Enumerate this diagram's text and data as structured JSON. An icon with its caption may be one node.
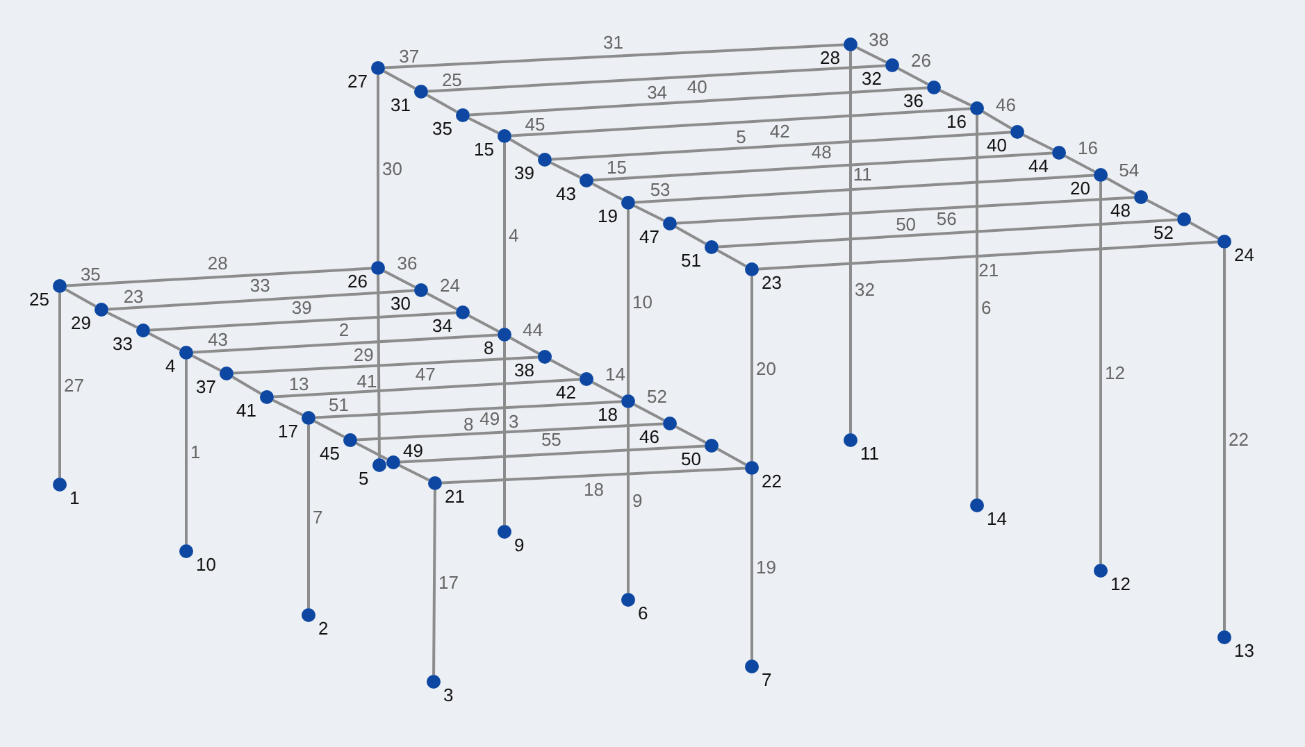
{
  "diagram": {
    "nodes": [
      {
        "text": [
          "27"
        ]
      },
      {
        "text": [
          "31"
        ]
      },
      {
        "text": [
          "35"
        ]
      },
      {
        "text": [
          "15"
        ]
      },
      {
        "text": [
          "39"
        ]
      },
      {
        "text": [
          "43"
        ]
      },
      {
        "text": [
          "19"
        ]
      },
      {
        "text": [
          "47"
        ]
      },
      {
        "text": [
          "51"
        ]
      },
      {
        "text": [
          "23"
        ]
      },
      {
        "text": [
          "28"
        ]
      },
      {
        "text": [
          "32"
        ]
      },
      {
        "text": [
          "36"
        ]
      },
      {
        "text": [
          "16"
        ]
      },
      {
        "text": [
          "40"
        ]
      },
      {
        "text": [
          "44"
        ]
      },
      {
        "text": [
          "20"
        ]
      },
      {
        "text": [
          "48"
        ]
      },
      {
        "text": [
          "52"
        ]
      },
      {
        "text": [
          "24"
        ]
      },
      {
        "text": [
          "25"
        ]
      },
      {
        "text": [
          "29"
        ]
      },
      {
        "text": [
          "33"
        ]
      },
      {
        "text": [
          "4"
        ]
      },
      {
        "text": [
          "37"
        ]
      },
      {
        "text": [
          "41"
        ]
      },
      {
        "text": [
          "17"
        ]
      },
      {
        "text": [
          "45"
        ]
      },
      {
        "text": [
          "49"
        ]
      },
      {
        "text": [
          "21"
        ]
      },
      {
        "text": [
          "26"
        ]
      },
      {
        "text": [
          "30"
        ]
      },
      {
        "text": [
          "34"
        ]
      },
      {
        "text": [
          "8"
        ]
      },
      {
        "text": [
          "38"
        ]
      },
      {
        "text": [
          "42"
        ]
      },
      {
        "text": [
          "18"
        ]
      },
      {
        "text": [
          "46"
        ]
      },
      {
        "text": [
          "50"
        ]
      },
      {
        "text": [
          "22"
        ]
      },
      {
        "text": [
          "1"
        ]
      },
      {
        "text": [
          "10"
        ]
      },
      {
        "text": [
          "2"
        ]
      },
      {
        "text": [
          "3"
        ]
      },
      {
        "text": [
          "5"
        ]
      },
      {
        "text": [
          "9"
        ]
      },
      {
        "text": [
          "6"
        ]
      },
      {
        "text": [
          "7"
        ]
      },
      {
        "text": [
          "11"
        ]
      },
      {
        "text": [
          "14"
        ]
      },
      {
        "text": [
          "12"
        ]
      },
      {
        "text": [
          "13"
        ]
      }
    ],
    "edges": [
      {
        "from": 0,
        "to": 10,
        "arrow": "none",
        "label": "31"
      },
      {
        "from": 1,
        "to": 11,
        "arrow": "none",
        "label": "34"
      },
      {
        "from": 2,
        "to": 12,
        "arrow": "none",
        "label": "40"
      },
      {
        "from": 3,
        "to": 13,
        "arrow": "none",
        "label": "5"
      },
      {
        "from": 4,
        "to": 14,
        "arrow": "none",
        "label": "42"
      },
      {
        "from": 5,
        "to": 15,
        "arrow": "none",
        "label": "48"
      },
      {
        "from": 6,
        "to": 16,
        "arrow": "none",
        "label": "11"
      },
      {
        "from": 7,
        "to": 17,
        "arrow": "none",
        "label": "50"
      },
      {
        "from": 8,
        "to": 18,
        "arrow": "none",
        "label": "56"
      },
      {
        "from": 9,
        "to": 19,
        "arrow": "none",
        "label": "21"
      },
      {
        "from": 0,
        "to": 1,
        "arrow": "none",
        "label": "37"
      },
      {
        "from": 1,
        "to": 2,
        "arrow": "none",
        "label": "25"
      },
      {
        "from": 2,
        "to": 3,
        "arrow": "none"
      },
      {
        "from": 3,
        "to": 4,
        "arrow": "none",
        "label": "45"
      },
      {
        "from": 4,
        "to": 5,
        "arrow": "none"
      },
      {
        "from": 5,
        "to": 6,
        "arrow": "none",
        "label": "15"
      },
      {
        "from": 6,
        "to": 7,
        "arrow": "none",
        "label": "53"
      },
      {
        "from": 7,
        "to": 8,
        "arrow": "none"
      },
      {
        "from": 8,
        "to": 9,
        "arrow": "none"
      },
      {
        "from": 10,
        "to": 11,
        "arrow": "none",
        "label": "38"
      },
      {
        "from": 11,
        "to": 12,
        "arrow": "none",
        "label": "26"
      },
      {
        "from": 12,
        "to": 13,
        "arrow": "none"
      },
      {
        "from": 13,
        "to": 14,
        "arrow": "none",
        "label": "46"
      },
      {
        "from": 14,
        "to": 15,
        "arrow": "none"
      },
      {
        "from": 15,
        "to": 16,
        "arrow": "none",
        "label": "16"
      },
      {
        "from": 16,
        "to": 17,
        "arrow": "none",
        "label": "54"
      },
      {
        "from": 17,
        "to": 18,
        "arrow": "none"
      },
      {
        "from": 18,
        "to": 19,
        "arrow": "none"
      },
      {
        "from": 20,
        "to": 30,
        "arrow": "none",
        "label": "28"
      },
      {
        "from": 21,
        "to": 31,
        "arrow": "none",
        "label": "33"
      },
      {
        "from": 22,
        "to": 32,
        "arrow": "none",
        "label": "39"
      },
      {
        "from": 23,
        "to": 33,
        "arrow": "none",
        "label": "2"
      },
      {
        "from": 24,
        "to": 34,
        "arrow": "none",
        "label": "41"
      },
      {
        "from": 25,
        "to": 35,
        "arrow": "none",
        "label": "47"
      },
      {
        "from": 26,
        "to": 36,
        "arrow": "none",
        "label": "8"
      },
      {
        "from": 27,
        "to": 37,
        "arrow": "none",
        "label": "49"
      },
      {
        "from": 28,
        "to": 38,
        "arrow": "none",
        "label": "55"
      },
      {
        "from": 29,
        "to": 39,
        "arrow": "none",
        "label": "18"
      },
      {
        "from": 20,
        "to": 21,
        "arrow": "none",
        "label": "35"
      },
      {
        "from": 21,
        "to": 22,
        "arrow": "none",
        "label": "23"
      },
      {
        "from": 22,
        "to": 23,
        "arrow": "none"
      },
      {
        "from": 23,
        "to": 24,
        "arrow": "none",
        "label": "43"
      },
      {
        "from": 24,
        "to": 25,
        "arrow": "none"
      },
      {
        "from": 25,
        "to": 26,
        "arrow": "none",
        "label": "13"
      },
      {
        "from": 26,
        "to": 27,
        "arrow": "none",
        "label": "51"
      },
      {
        "from": 27,
        "to": 28,
        "arrow": "none"
      },
      {
        "from": 28,
        "to": 29,
        "arrow": "none"
      },
      {
        "from": 30,
        "to": 31,
        "arrow": "none",
        "label": "36"
      },
      {
        "from": 31,
        "to": 32,
        "arrow": "none",
        "label": "24"
      },
      {
        "from": 32,
        "to": 33,
        "arrow": "none"
      },
      {
        "from": 33,
        "to": 34,
        "arrow": "none",
        "label": "44"
      },
      {
        "from": 34,
        "to": 35,
        "arrow": "none"
      },
      {
        "from": 35,
        "to": 36,
        "arrow": "none",
        "label": "14"
      },
      {
        "from": 36,
        "to": 37,
        "arrow": "none",
        "label": "52"
      },
      {
        "from": 37,
        "to": 38,
        "arrow": "none"
      },
      {
        "from": 38,
        "to": 39,
        "arrow": "none"
      },
      {
        "from": 20,
        "to": 40,
        "arrow": "none",
        "label": "27"
      },
      {
        "from": 23,
        "to": 41,
        "arrow": "none",
        "label": "1"
      },
      {
        "from": 26,
        "to": 42,
        "arrow": "none",
        "label": "7"
      },
      {
        "from": 29,
        "to": 43,
        "arrow": "none",
        "label": "17"
      },
      {
        "from": 0,
        "to": 30,
        "arrow": "none",
        "label": "30"
      },
      {
        "from": 30,
        "to": 44,
        "arrow": "none",
        "label": "29"
      },
      {
        "from": 3,
        "to": 33,
        "arrow": "none",
        "label": "4"
      },
      {
        "from": 33,
        "to": 45,
        "arrow": "none",
        "label": "3"
      },
      {
        "from": 6,
        "to": 36,
        "arrow": "none",
        "label": "10"
      },
      {
        "from": 36,
        "to": 46,
        "arrow": "none",
        "label": "9"
      },
      {
        "from": 9,
        "to": 39,
        "arrow": "none",
        "label": "20"
      },
      {
        "from": 39,
        "to": 47,
        "arrow": "none",
        "label": "19"
      },
      {
        "from": 10,
        "to": 48,
        "arrow": "none",
        "label": "32"
      },
      {
        "from": 13,
        "to": 49,
        "arrow": "none",
        "label": "6"
      },
      {
        "from": 16,
        "to": 50,
        "arrow": "none",
        "label": "12"
      },
      {
        "from": 19,
        "to": 51,
        "arrow": "none",
        "label": "22"
      }
    ]
  }
}
